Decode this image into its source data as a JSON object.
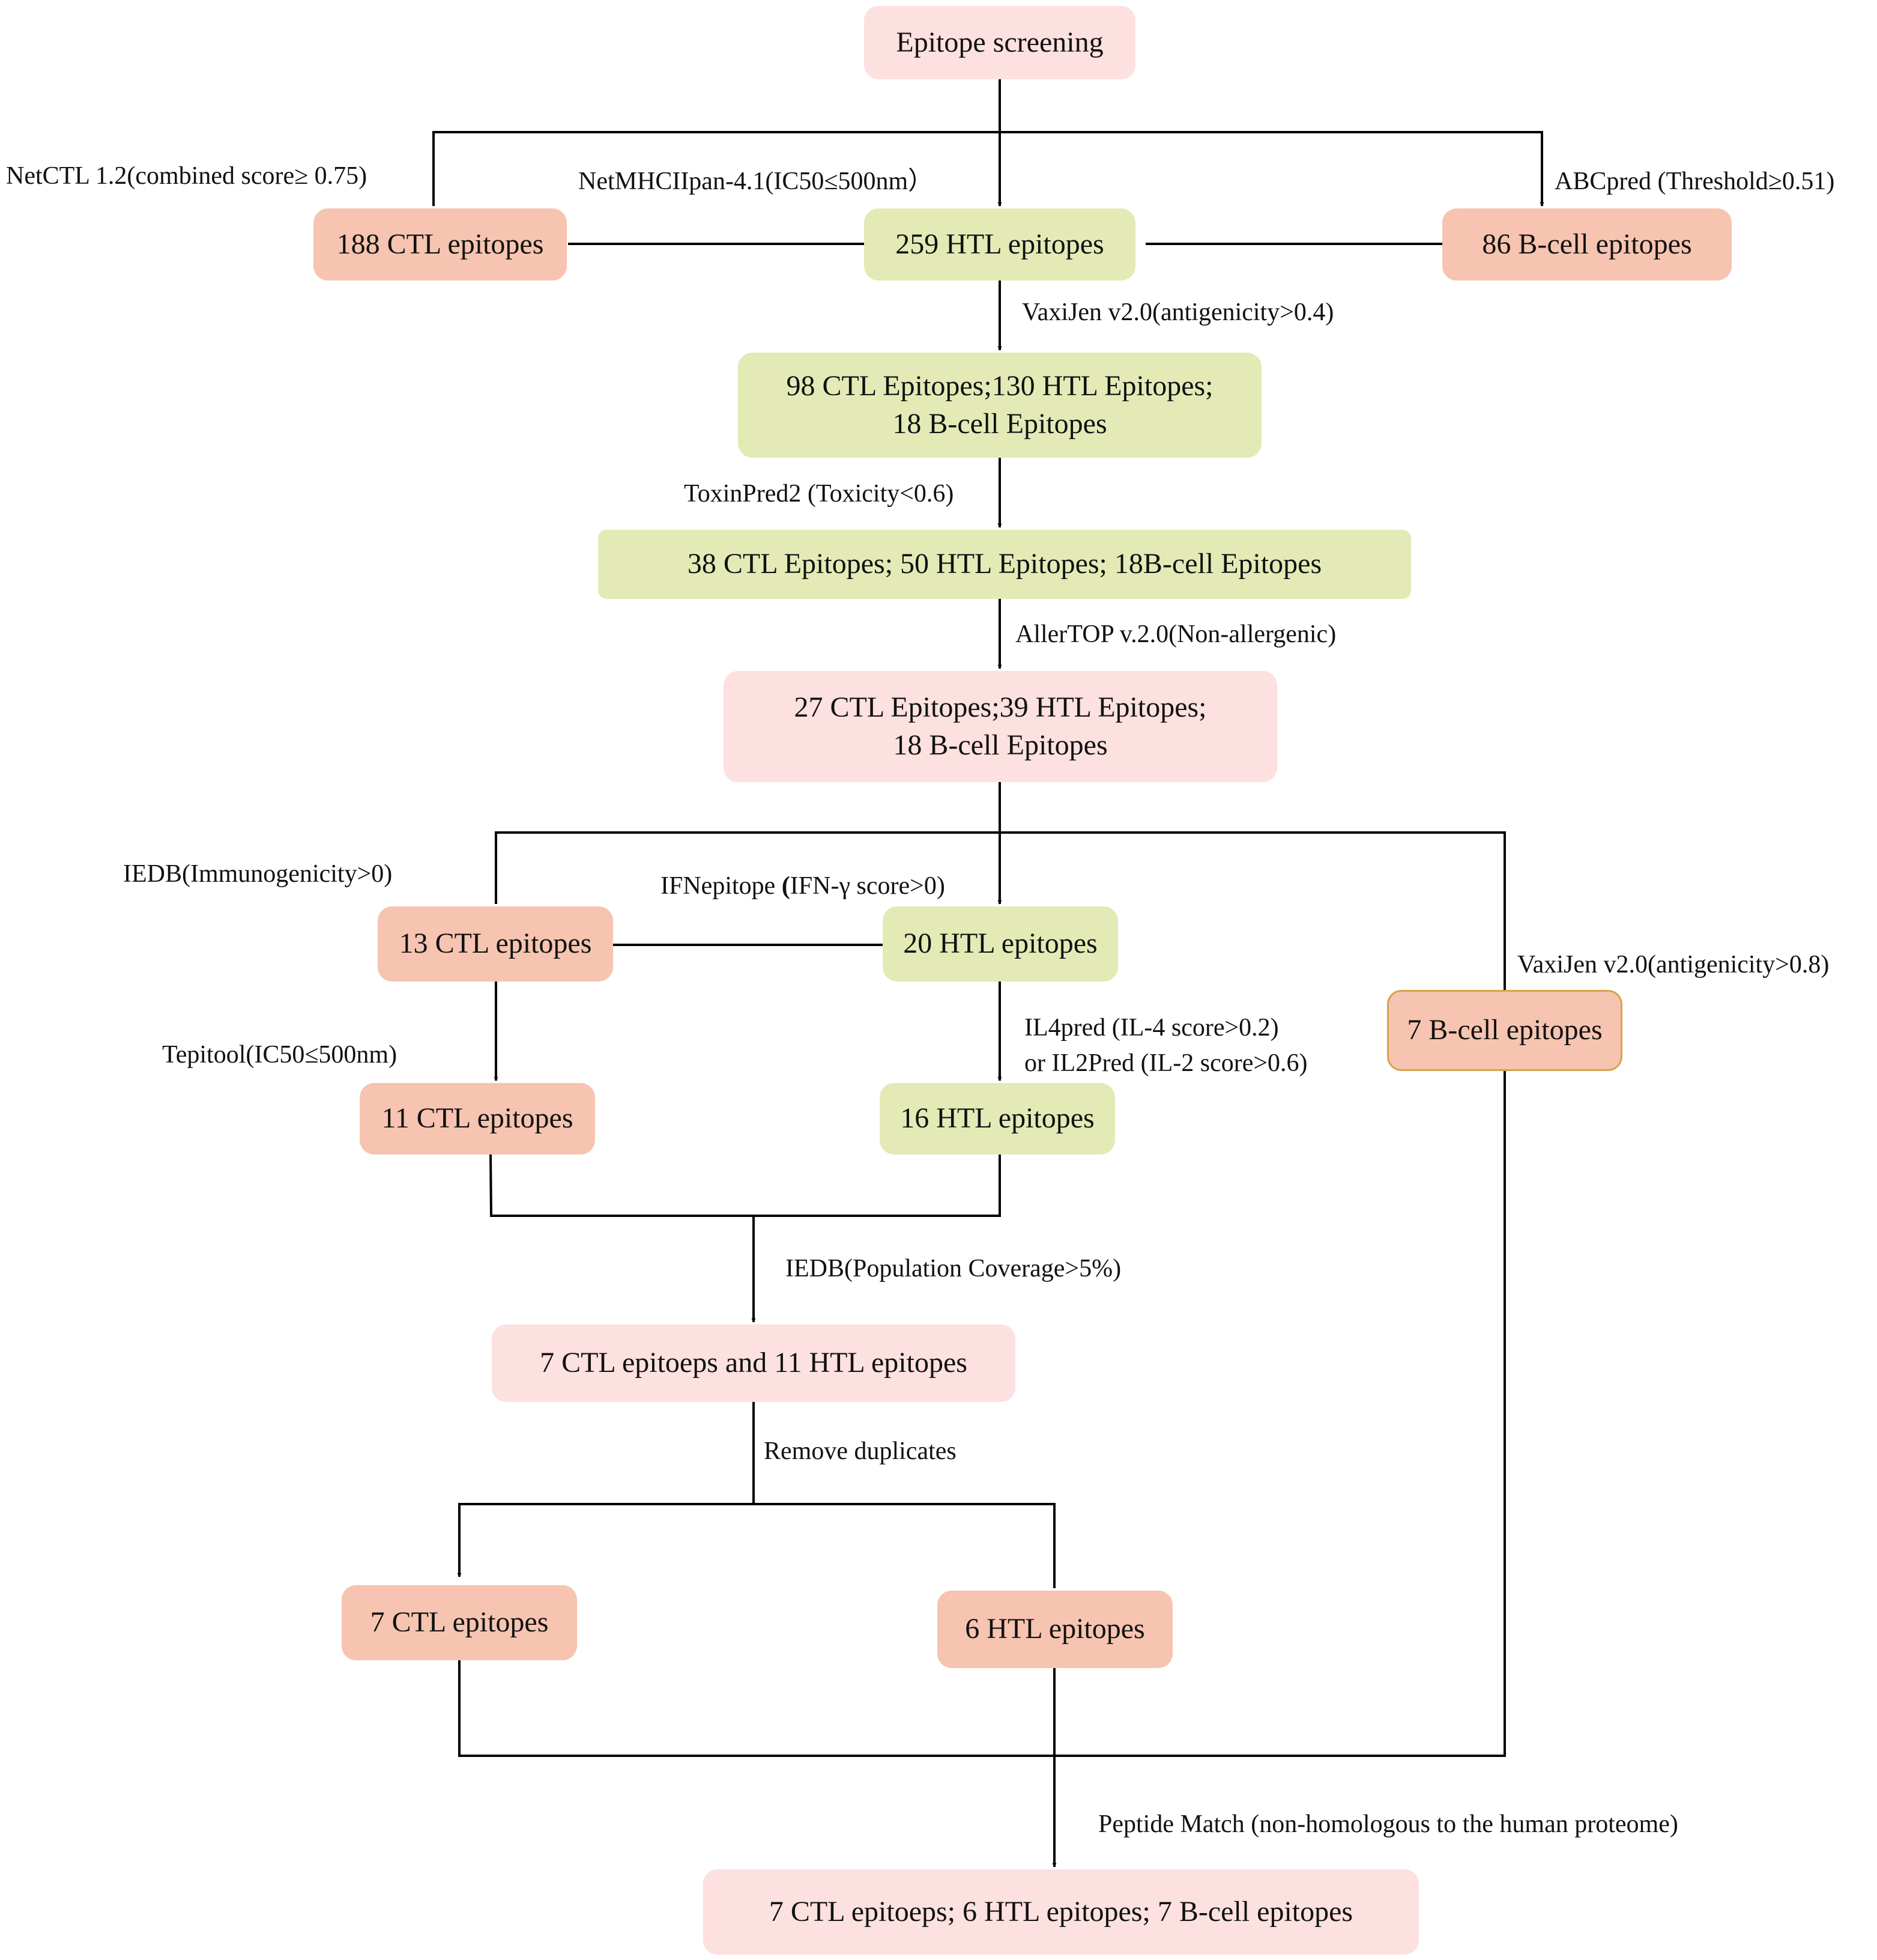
{
  "boxes": {
    "screening": "Epitope screening",
    "ctl188": "188 CTL epitopes",
    "htl259": "259 HTL epitopes",
    "b86": "86 B-cell epitopes",
    "vax_l1": "98 CTL Epitopes;130 HTL Epitopes;",
    "vax_l2": "18 B-cell Epitopes",
    "tox": "38 CTL Epitopes; 50 HTL Epitopes; 18B-cell Epitopes",
    "all_l1": "27 CTL Epitopes;39 HTL Epitopes;",
    "all_l2": "18 B-cell Epitopes",
    "ctl13": "13 CTL epitopes",
    "htl20": "20 HTL epitopes",
    "b7": "7 B-cell epitopes",
    "ctl11": "11 CTL epitopes",
    "htl16": "16 HTL epitopes",
    "pop": "7 CTL epitoeps and 11 HTL epitopes",
    "ctl7": "7 CTL epitopes",
    "htl6": "6 HTL epitopes",
    "final": "7 CTL epitoeps; 6 HTL epitopes; 7 B-cell epitopes"
  },
  "labels": {
    "netctl": "NetCTL 1.2(combined score≥ 0.75)",
    "netmhc": "NetMHCIIpan-4.1(IC50≤500nm）",
    "abcpred": "ABCpred (Threshold≥0.51)",
    "vaxijen1": "VaxiJen v2.0(antigenicity>0.4)",
    "toxinpred": "ToxinPred2 (Toxicity<0.6)",
    "allertop": "AllerTOP v.2.0(Non-allergenic)",
    "iedb_imm": "IEDB(Immunogenicity>0)",
    "ifn_pre": "IFNepitope ",
    "ifn_paren": "(",
    "ifn_post": "IFN-γ score>0)",
    "vaxijen2": "VaxiJen v2.0(antigenicity>0.8)",
    "tepitool": "Tepitool(IC50≤500nm)",
    "il4": "IL4pred (IL-4 score>0.2)",
    "il2": "or  IL2Pred (IL-2 score>0.6)",
    "iedb_pop": "IEDB(Population Coverage>5%)",
    "remove": "Remove duplicates",
    "peptide": "Peptide Match (non-homologous to the human proteome)"
  },
  "colors": {
    "pink": "#fde0e0",
    "salmon": "#f6c4b0",
    "green": "#e4eab6",
    "border_accent": "#d9a24a",
    "line": "#000000"
  }
}
